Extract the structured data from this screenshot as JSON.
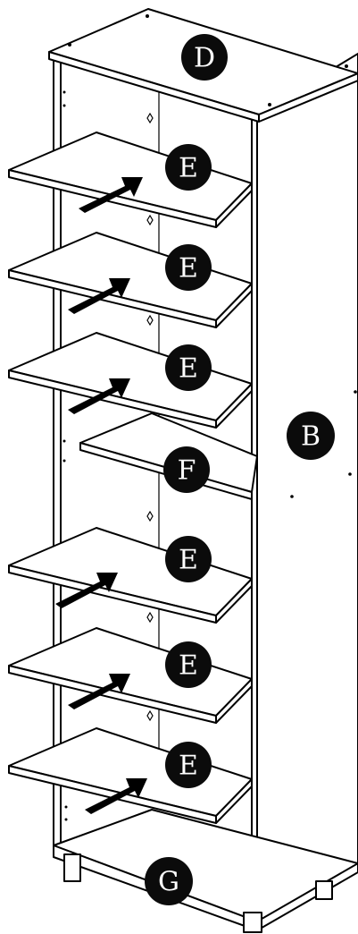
{
  "diagram": {
    "labels": {
      "top_panel": "D",
      "shelf": "E",
      "side_panel": "B",
      "fixed_shelf": "F",
      "base": "G"
    },
    "colors": {
      "line": "#000000",
      "panel": "#ffffff",
      "bubble": "#0b0b0b",
      "bubble_text": "#ffffff"
    }
  }
}
